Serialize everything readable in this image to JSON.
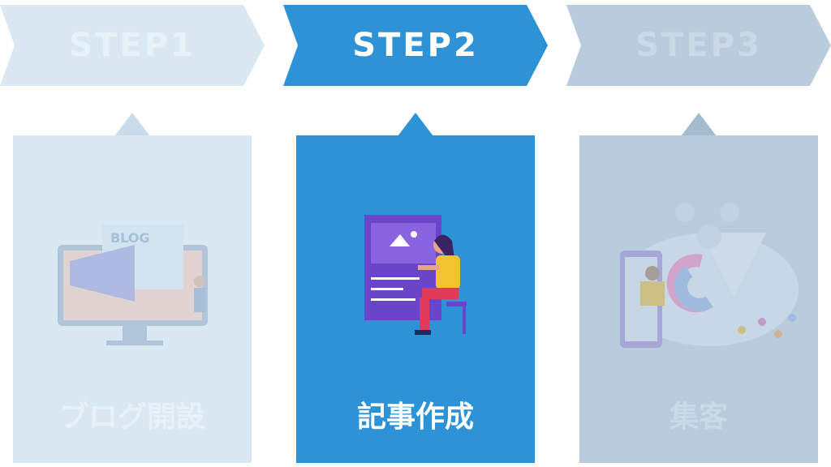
{
  "steps": [
    {
      "label": "STEP1",
      "title": "ブログ開設",
      "illustration_text": "BLOG",
      "state": "inactive",
      "color": "#d9e8f2",
      "text_color": "#e8f1f8"
    },
    {
      "label": "STEP2",
      "title": "記事作成",
      "state": "active",
      "color": "#2e93d6",
      "text_color": "#ffffff"
    },
    {
      "label": "STEP3",
      "title": "集客",
      "state": "inactive",
      "color": "#b9cbdd",
      "text_color": "#cbd9e6"
    }
  ]
}
